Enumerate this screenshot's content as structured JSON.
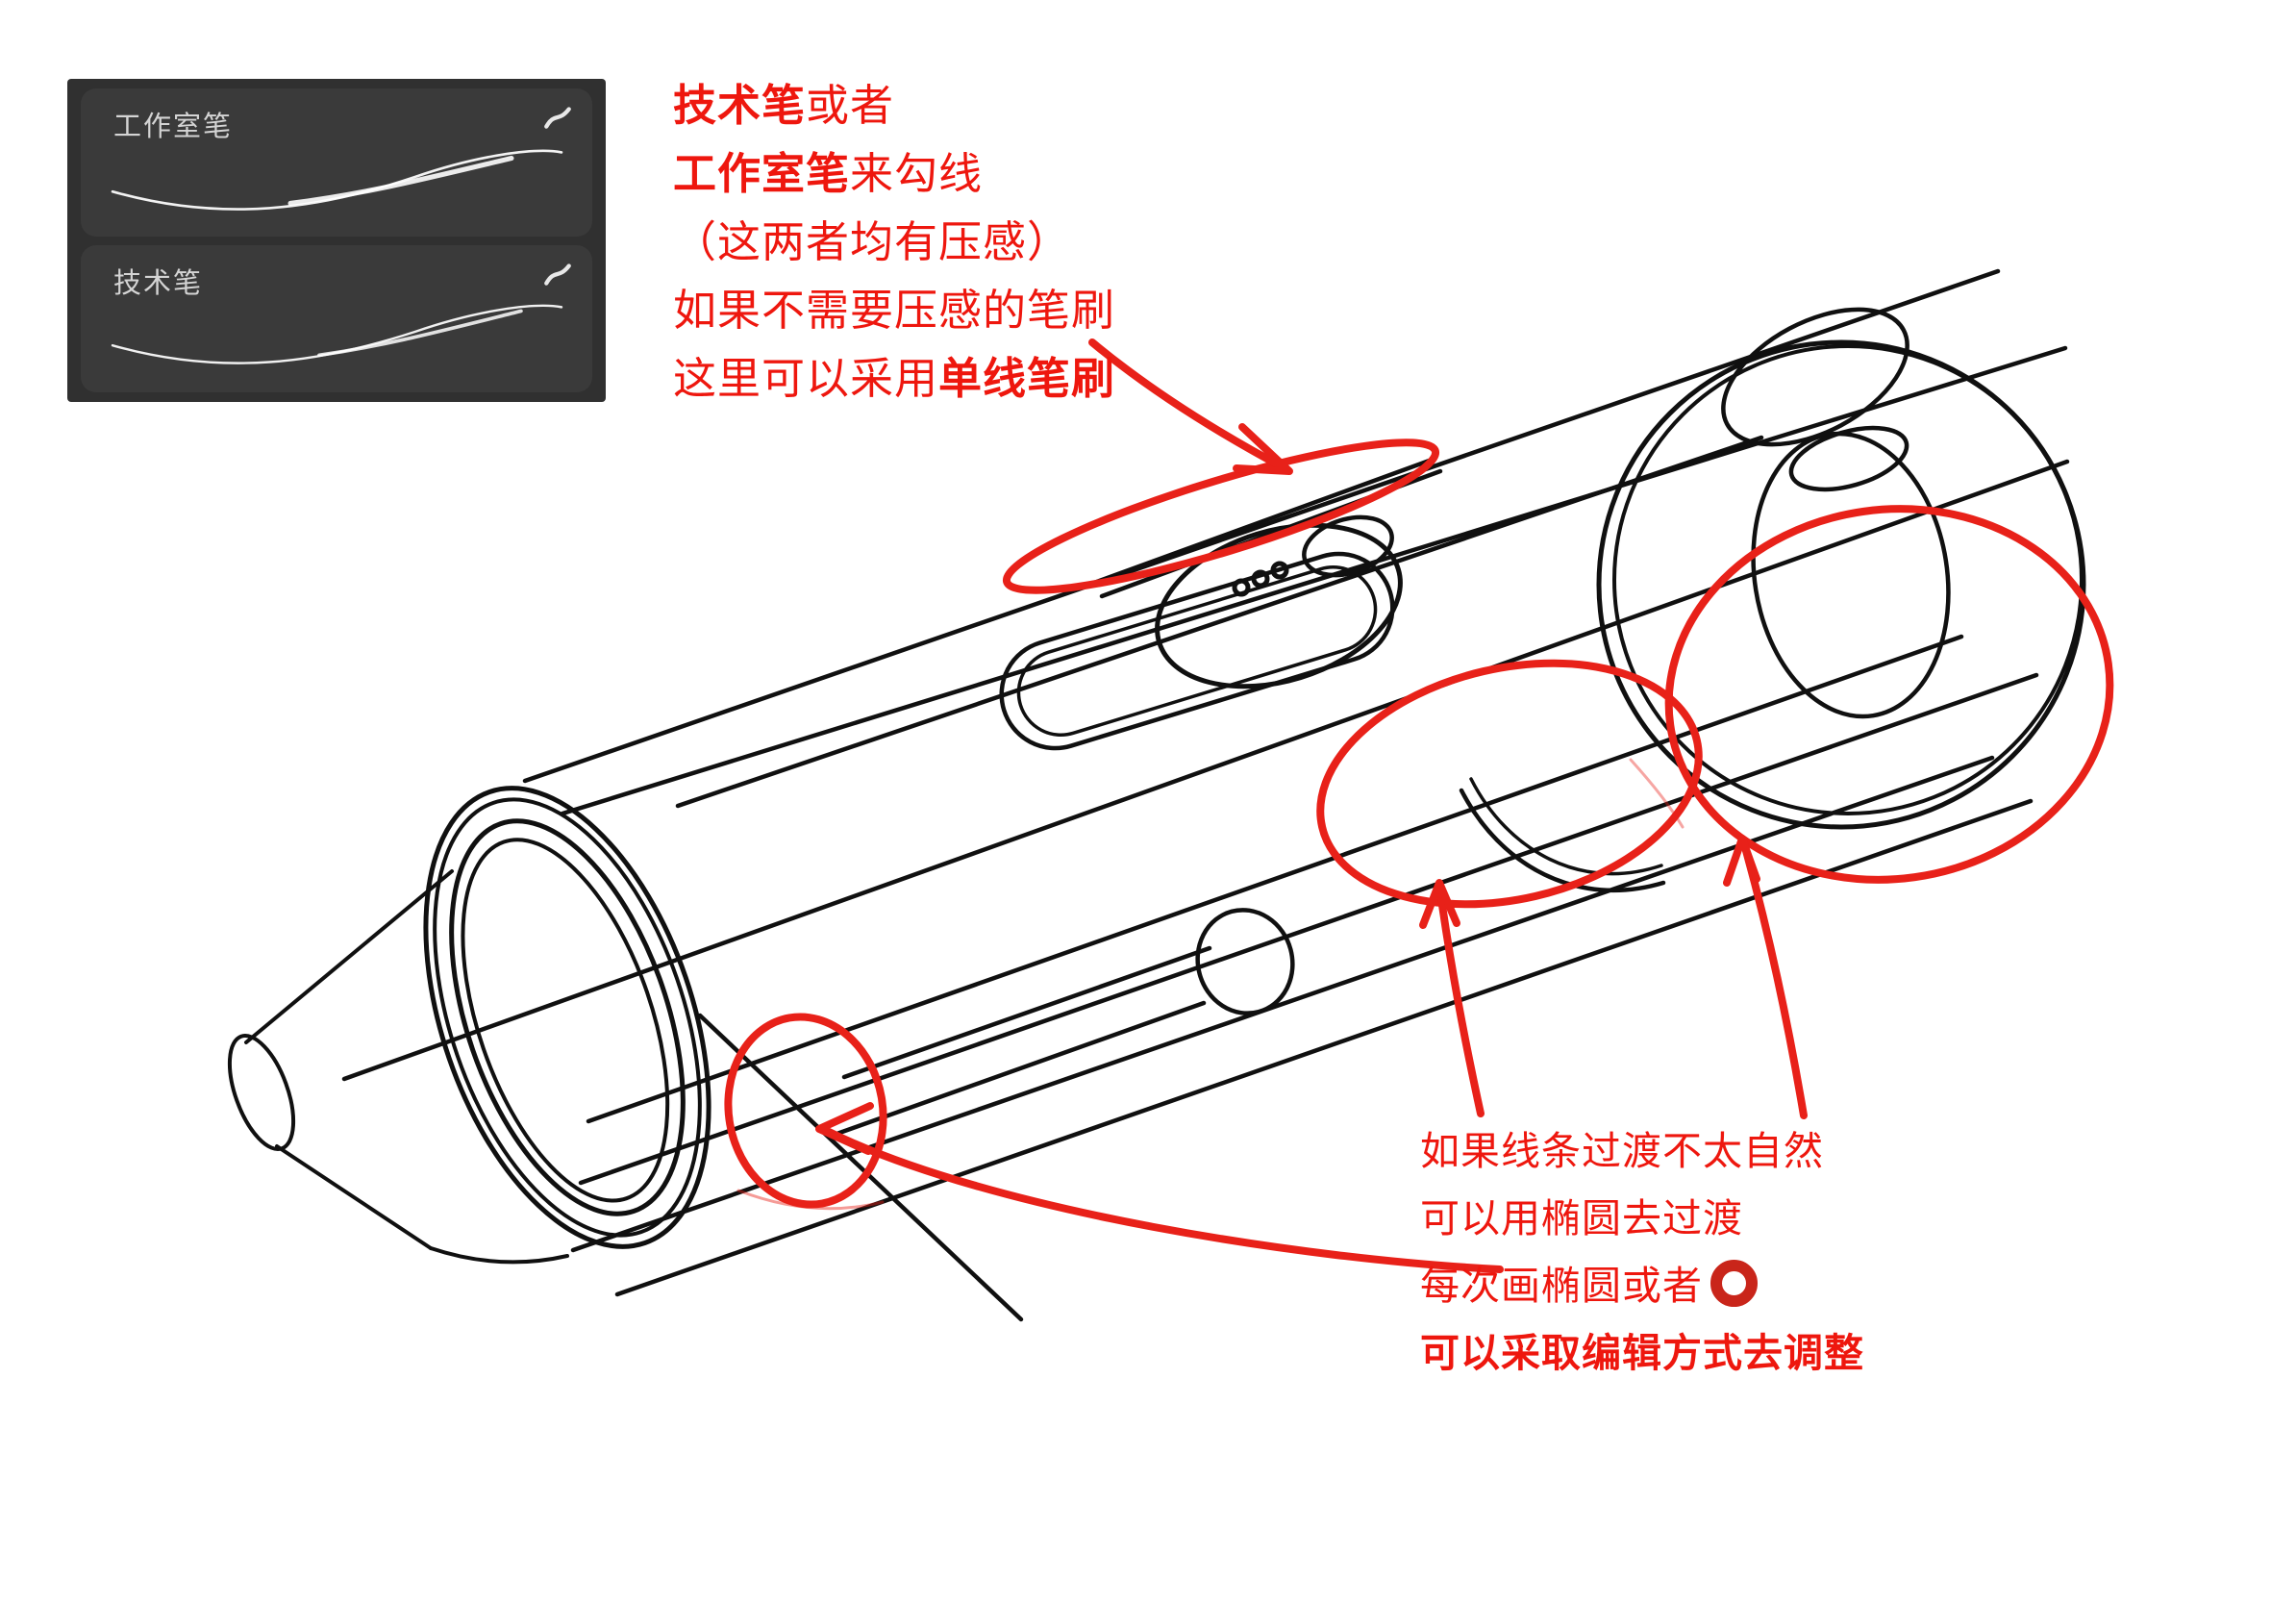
{
  "brush_panel": {
    "brushes": [
      {
        "name": "工作室笔"
      },
      {
        "name": "技术笔"
      }
    ]
  },
  "notes": {
    "top": {
      "lines": [
        {
          "segments": [
            {
              "text": "技术笔",
              "bold": true
            },
            {
              "text": "或者",
              "bold": false
            }
          ]
        },
        {
          "segments": [
            {
              "text": "工作室笔",
              "bold": true
            },
            {
              "text": "来勾线",
              "bold": false
            }
          ]
        },
        {
          "segments": [
            {
              "text": "（这两者均有压感）",
              "bold": false
            }
          ]
        },
        {
          "segments": [
            {
              "text": "如果不需要压感的笔刷",
              "bold": false
            }
          ]
        },
        {
          "segments": [
            {
              "text": "这里可以采用",
              "bold": false
            },
            {
              "text": "单线笔刷",
              "bold": true
            }
          ]
        }
      ]
    },
    "bottom": {
      "lines": [
        {
          "segments": [
            {
              "text": "如果线条过渡不太自然",
              "bold": false
            }
          ]
        },
        {
          "segments": [
            {
              "text": "可以用椭圆去过渡",
              "bold": false
            }
          ]
        },
        {
          "segments": [
            {
              "text": "每次画椭圆或者",
              "bold": false
            }
          ],
          "icon": "circle-icon"
        },
        {
          "segments": [
            {
              "text": "可以采取编辑方式去调整",
              "bold": true
            }
          ]
        }
      ]
    }
  },
  "colors": {
    "annotation_text_red": "#ee170e",
    "sketch_highlight_red": "#e82119",
    "ring_icon_red": "#c9251a",
    "sketch_line_black": "#101010",
    "panel_background": "#303030",
    "panel_row_background": "#3a3a3a",
    "panel_label_gray": "#d4d4d4",
    "canvas_background": "#ffffff"
  },
  "icons": [
    {
      "name": "brush-stroke-icon",
      "meaning": "pressure stroke preview swoosh"
    },
    {
      "name": "circle-icon",
      "meaning": "red ellipse shape example"
    }
  ]
}
